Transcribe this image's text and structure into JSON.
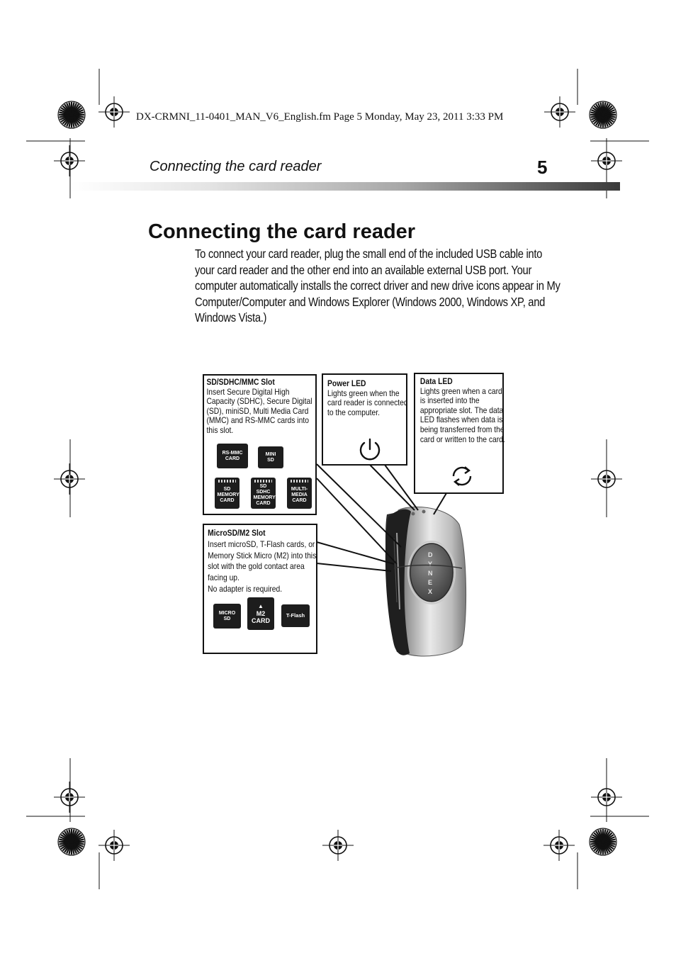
{
  "slug": "DX-CRMNI_11-0401_MAN_V6_English.fm  Page 5  Monday, May 23, 2011  3:33 PM",
  "header": {
    "running_title": "Connecting the card reader",
    "page_number": "5"
  },
  "section": {
    "heading": "Connecting the card reader",
    "body": "To connect your card reader, plug the small end of the included USB cable into your card reader and the other end into an available external USB port. Your computer automatically installs the correct driver and new drive icons appear in My Computer/Computer and Windows Explorer (Windows 2000, Windows XP, and Windows Vista.)"
  },
  "callouts": {
    "sd_slot": {
      "title": "SD/SDHC/MMC Slot",
      "body": "Insert Secure Digital High Capacity (SDHC), Secure Digital (SD), miniSD, Multi Media Card (MMC) and RS-MMC cards into this slot.",
      "cards": [
        "RS-MMC CARD",
        "MINI SD",
        "SD MEMORY CARD",
        "SD SDHC MEMORY CARD",
        "MULTI-MEDIA CARD"
      ]
    },
    "power_led": {
      "title": "Power LED",
      "body": "Lights green when the card reader is connected to the computer.",
      "icon": "power-icon"
    },
    "data_led": {
      "title": "Data LED",
      "body": "Lights green when a card is inserted into the appropriate slot. The data LED flashes when data is being transferred from the card or written to the card.",
      "icon": "sync-icon"
    },
    "microsd_slot": {
      "title": "MicroSD/M2 Slot",
      "body": "Insert microSD, T-Flash cards, or Memory Stick Micro (M2) into this slot with the gold contact area facing up.\nNo adapter is required.",
      "cards": [
        "MICRO SD",
        "M2 CARD",
        "T-Flash"
      ]
    }
  },
  "device": {
    "brand": "DYNEX"
  }
}
